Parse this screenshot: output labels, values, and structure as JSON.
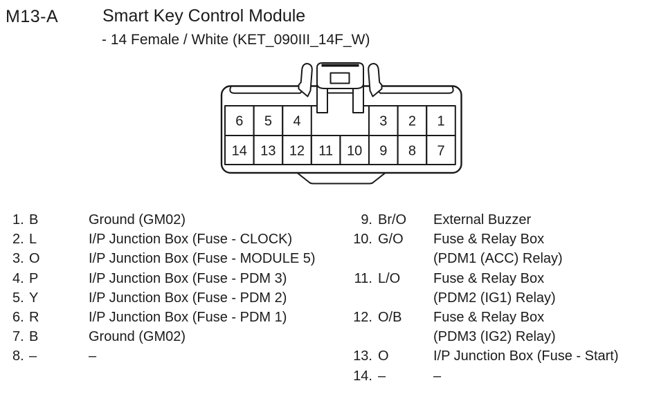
{
  "header": {
    "connector_id": "M13-A",
    "title": "Smart Key Control Module",
    "spec": "- 14 Female / White (KET_090III_14F_W)"
  },
  "connector": {
    "top_row": [
      "6",
      "5",
      "4",
      "3",
      "2",
      "1"
    ],
    "bottom_row": [
      "14",
      "13",
      "12",
      "11",
      "10",
      "9",
      "8",
      "7"
    ]
  },
  "pin_table": {
    "left": [
      {
        "pin": "1.",
        "color": "B",
        "lines": [
          "Ground (GM02)"
        ]
      },
      {
        "pin": "2.",
        "color": "L",
        "lines": [
          "I/P Junction Box (Fuse - CLOCK)"
        ]
      },
      {
        "pin": "3.",
        "color": "O",
        "lines": [
          "I/P Junction Box (Fuse - MODULE 5)"
        ]
      },
      {
        "pin": "4.",
        "color": "P",
        "lines": [
          "I/P Junction Box (Fuse - PDM 3)"
        ]
      },
      {
        "pin": "5.",
        "color": "Y",
        "lines": [
          "I/P Junction Box (Fuse - PDM 2)"
        ]
      },
      {
        "pin": "6.",
        "color": "R",
        "lines": [
          "I/P Junction Box (Fuse - PDM 1)"
        ]
      },
      {
        "pin": "7.",
        "color": "B",
        "lines": [
          "Ground (GM02)"
        ]
      },
      {
        "pin": "8.",
        "color": "–",
        "lines": [
          "–"
        ]
      }
    ],
    "right": [
      {
        "pin": "9.",
        "color": "Br/O",
        "lines": [
          "External Buzzer"
        ]
      },
      {
        "pin": "10.",
        "color": "G/O",
        "lines": [
          "Fuse & Relay Box",
          "(PDM1 (ACC) Relay)"
        ]
      },
      {
        "pin": "11.",
        "color": "L/O",
        "lines": [
          "Fuse & Relay Box",
          "(PDM2 (IG1) Relay)"
        ]
      },
      {
        "pin": "12.",
        "color": "O/B",
        "lines": [
          "Fuse & Relay Box",
          "(PDM3 (IG2) Relay)"
        ]
      },
      {
        "pin": "13.",
        "color": "O",
        "lines": [
          "I/P Junction Box (Fuse - Start)"
        ]
      },
      {
        "pin": "14.",
        "color": "–",
        "lines": [
          "–"
        ]
      }
    ]
  },
  "colors": {
    "ink": "#1b1b1b",
    "line": "#1a1a1a",
    "background": "#ffffff"
  }
}
